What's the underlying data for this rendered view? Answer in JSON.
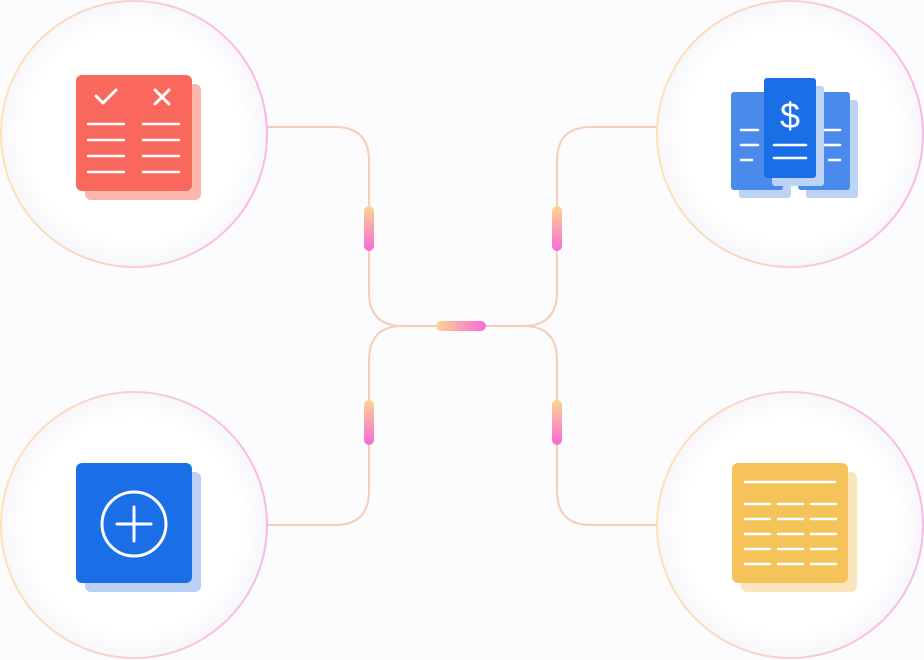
{
  "colors": {
    "background": "#fcfcfe",
    "ring_warm": "#fbe3b4",
    "ring_pink": "#f9b8e6",
    "connector": "#f8cdb8",
    "pill_top": "#fcd58f",
    "pill_bottom": "#f66ad7",
    "checklist_red": "#f9675d",
    "checklist_shadow": "#fbb6ae",
    "document_blue": "#4a8aeb",
    "document_front_blue": "#1a6fe6",
    "document_shadow": "#bdd3f6",
    "add_blue": "#1a6fe6",
    "add_shadow": "#bad0f4",
    "table_yellow": "#f6c25a",
    "table_shadow": "#fbe5bb"
  },
  "nodes": [
    {
      "id": "checklist",
      "icon": "checklist-icon"
    },
    {
      "id": "invoice",
      "icon": "invoice-documents-icon"
    },
    {
      "id": "add",
      "icon": "add-circle-icon"
    },
    {
      "id": "table",
      "icon": "table-sheet-icon"
    }
  ],
  "invoice": {
    "symbol": "$"
  }
}
